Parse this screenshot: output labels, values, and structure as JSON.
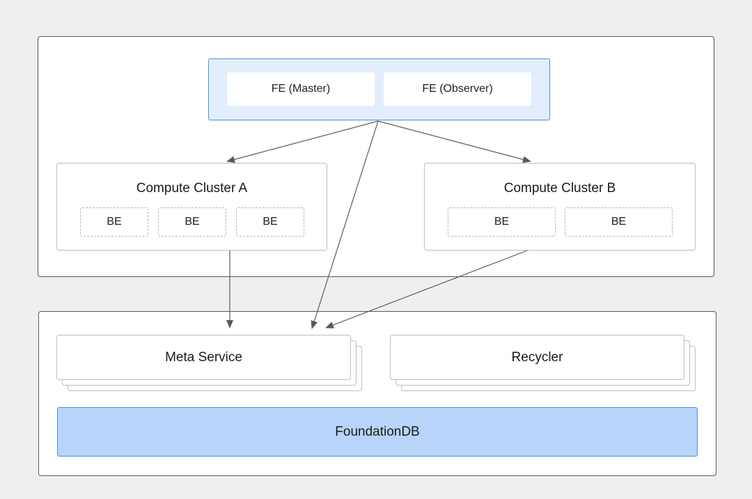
{
  "colors": {
    "background": "#efefef",
    "fe_group_fill": "#e3eefc",
    "fe_group_border": "#4a8fe0",
    "foundationdb_fill": "#b9d4fb",
    "arrow": "#5a5a5a"
  },
  "compute_layer": {
    "fe_group": {
      "nodes": [
        {
          "label": "FE (Master)"
        },
        {
          "label": "FE (Observer)"
        }
      ]
    },
    "clusters": [
      {
        "title": "Compute Cluster A",
        "be_nodes": [
          "BE",
          "BE",
          "BE"
        ]
      },
      {
        "title": "Compute Cluster B",
        "be_nodes": [
          "BE",
          "BE"
        ]
      }
    ]
  },
  "storage_layer": {
    "meta_service": {
      "label": "Meta Service"
    },
    "recycler": {
      "label": "Recycler"
    },
    "foundationdb": {
      "label": "FoundationDB"
    }
  },
  "edges": [
    {
      "from": "fe_group",
      "to": "compute_cluster_a"
    },
    {
      "from": "fe_group",
      "to": "compute_cluster_b"
    },
    {
      "from": "fe_group",
      "to": "meta_service"
    },
    {
      "from": "compute_cluster_a",
      "to": "meta_service"
    },
    {
      "from": "compute_cluster_b",
      "to": "meta_service"
    }
  ]
}
